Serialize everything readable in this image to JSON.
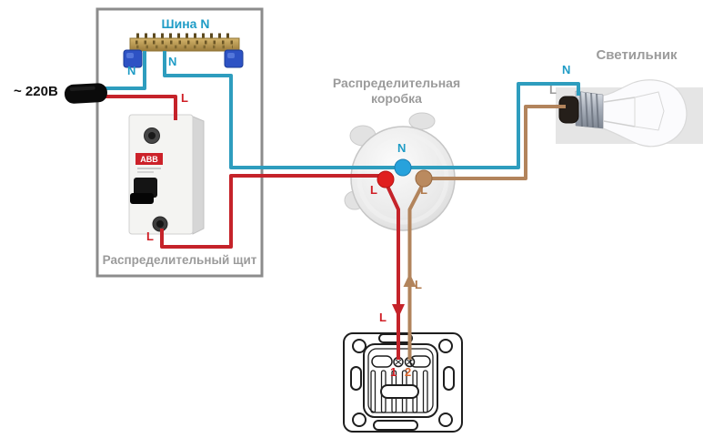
{
  "supply": {
    "label": "~ 220В"
  },
  "panel": {
    "label": "Распределительный щит",
    "bus": {
      "label": "Шина N",
      "wire_label_left": "N",
      "wire_label_right": "N"
    },
    "breaker": {
      "brand": "ABB",
      "wire_label_in": "L",
      "wire_label_out": "L"
    }
  },
  "junction_box": {
    "label_line1": "Распределительная",
    "label_line2": "коробка",
    "terminal_n": "N",
    "terminal_l_in": "L",
    "terminal_l_out": "L"
  },
  "switch_branch": {
    "down_label": "L",
    "up_label": "L",
    "terminal_1": "1",
    "terminal_2": "2"
  },
  "lamp": {
    "label": "Светильник",
    "wire_label_n": "N",
    "wire_label_l": "L"
  },
  "colors": {
    "neutral_wire": "#2E9DBE",
    "live_wire": "#C5232A",
    "switched_wire": "#B2845C",
    "neutral_terminal": "#27A2DC",
    "live_terminal": "#E01F1F",
    "switched_terminal": "#BA8A5F",
    "label_gray": "#9B9B9B",
    "panel_border": "#8C8C8C",
    "bus_label_teal": "#1F9CC6",
    "terminal2_label": "#D4622A"
  }
}
